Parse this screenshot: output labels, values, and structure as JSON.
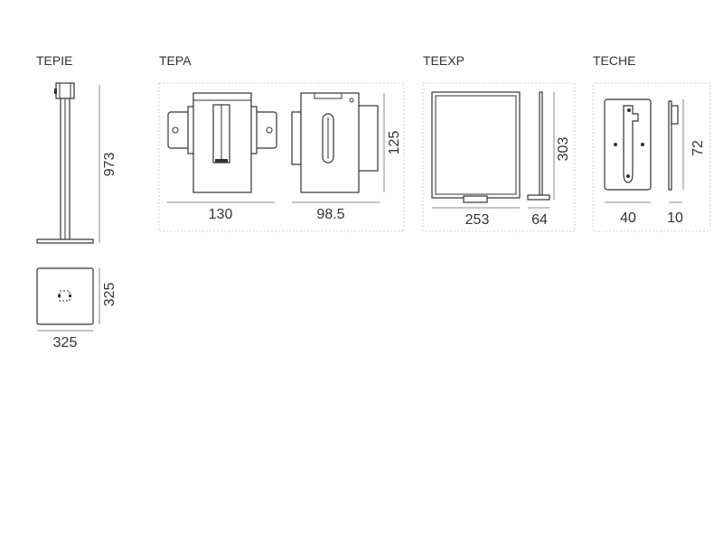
{
  "sections": {
    "tepie": {
      "title": "TEPIE",
      "height": "973",
      "base_side": "325",
      "base_width": "325"
    },
    "tepa": {
      "title": "TEPA",
      "width_front": "130",
      "width_side": "98.5",
      "height": "125"
    },
    "teexp": {
      "title": "TEEXP",
      "width": "253",
      "depth": "64",
      "height": "303"
    },
    "teche": {
      "title": "TECHE",
      "width": "40",
      "depth": "10",
      "height": "72"
    }
  },
  "colors": {
    "line": "#333333",
    "dimension": "#888888",
    "frame": "#d0d0d0",
    "background": "#ffffff"
  }
}
